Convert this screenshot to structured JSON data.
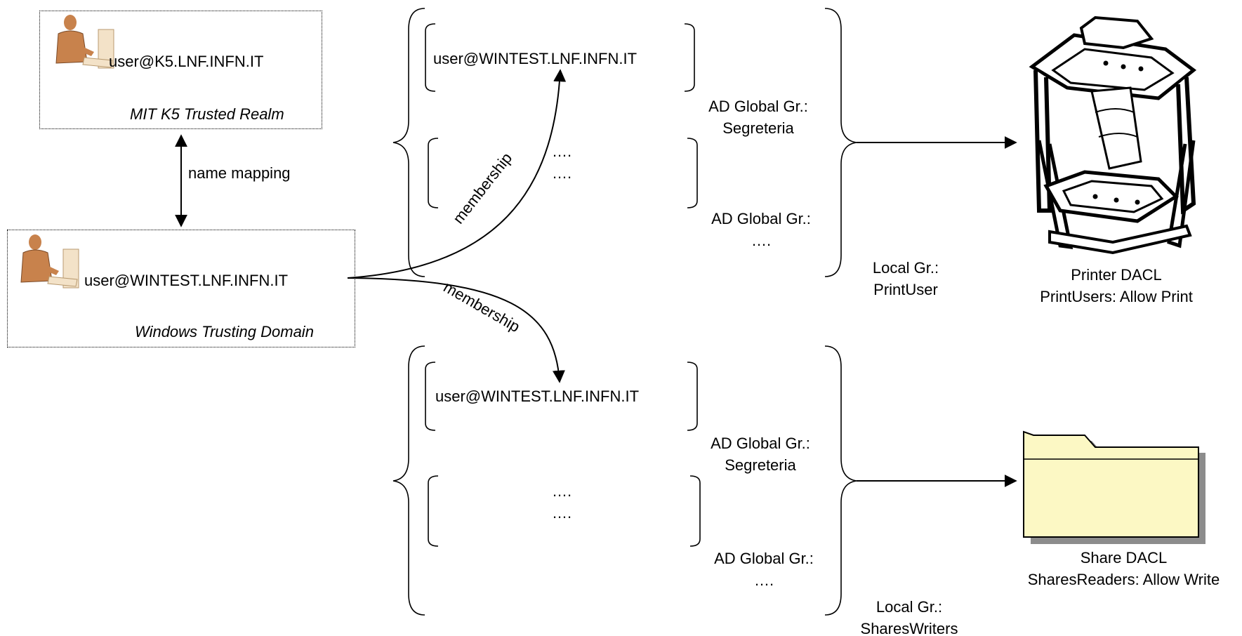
{
  "trusted_realm": {
    "user": "user@K5.LNF.INFN.IT",
    "caption": "MIT K5 Trusted Realm"
  },
  "mapping_label": "name mapping",
  "trusting_domain": {
    "user": "user@WINTEST.LNF.INFN.IT",
    "caption": "Windows Trusting Domain"
  },
  "membership_labels": [
    "membership",
    "membership"
  ],
  "print_section": {
    "group1_member": "user@WINTEST.LNF.INFN.IT",
    "group1_label_line1": "AD Global Gr.:",
    "group1_label_line2": "Segreteria",
    "group2_dots_line1": "….",
    "group2_dots_line2": "….",
    "group2_label_line1": "AD Global Gr.:",
    "group2_label_line2": "….",
    "local_label_line1": "Local Gr.:",
    "local_label_line2": "PrintUser",
    "resource_line1": "Printer DACL",
    "resource_line2": "PrintUsers: Allow Print"
  },
  "share_section": {
    "group1_member": "user@WINTEST.LNF.INFN.IT",
    "group1_label_line1": "AD Global Gr.:",
    "group1_label_line2": "Segreteria",
    "group2_dots_line1": "….",
    "group2_dots_line2": "….",
    "group2_label_line1": "AD Global Gr.:",
    "group2_label_line2": "….",
    "local_label_line1": "Local Gr.:",
    "local_label_line2": "SharesWriters",
    "resource_line1": "Share DACL",
    "resource_line2": "SharesReaders: Allow Write"
  },
  "icons": {
    "user_top": "user-at-computer-icon",
    "user_bottom": "user-at-computer-icon",
    "printer": "printer-icon",
    "folder": "folder-icon"
  },
  "colors": {
    "folder_fill": "#fcf8c4",
    "folder_shadow": "#8c8c8c",
    "person_skin": "#c8824c"
  }
}
